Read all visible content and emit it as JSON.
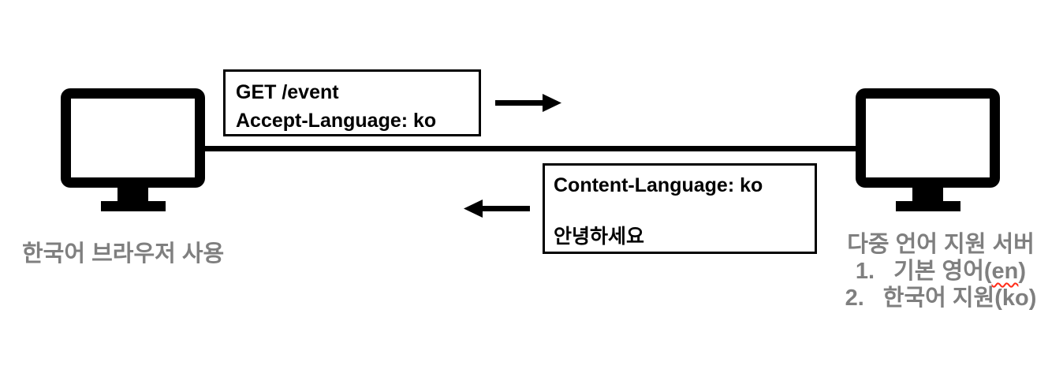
{
  "diagram": {
    "title_semantic": "HTTP Accept-Language content negotiation diagram",
    "colors": {
      "foreground": "#000000",
      "caption_gray": "#7f7f7f",
      "spellcheck_red": "#ff2b17",
      "background": "#ffffff"
    },
    "request_box": {
      "line1": "GET /event",
      "line2": "Accept-Language: ko"
    },
    "response_box": {
      "line1": "Content-Language: ko",
      "line2": "안녕하세요"
    },
    "client": {
      "label": "한국어 브라우저 사용"
    },
    "server": {
      "title": "다중 언어 지원 서버",
      "items": [
        {
          "number": "1.",
          "prefix": "기본 영어(",
          "code": "en",
          "suffix": ")"
        },
        {
          "number": "2.",
          "prefix": "한국어 지원(",
          "code": "ko",
          "suffix": ")"
        }
      ]
    }
  }
}
